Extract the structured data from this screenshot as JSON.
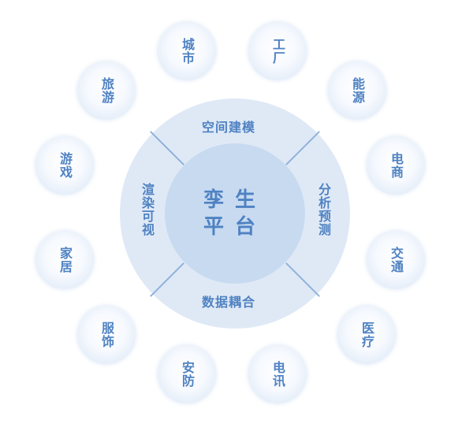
{
  "center": {
    "line1": "孪生",
    "line2": "平台"
  },
  "ring": {
    "top": "空间建模",
    "right": "分析预测",
    "bottom": "数据耦合",
    "left": "渲染可视"
  },
  "industries": [
    "城市",
    "工厂",
    "能源",
    "电商",
    "交通",
    "医疗",
    "电讯",
    "安防",
    "服饰",
    "家居",
    "游戏",
    "旅游"
  ],
  "colors": {
    "text": "#4f82c2",
    "ring": "#dfe9f6",
    "core": "#c7daf0"
  }
}
